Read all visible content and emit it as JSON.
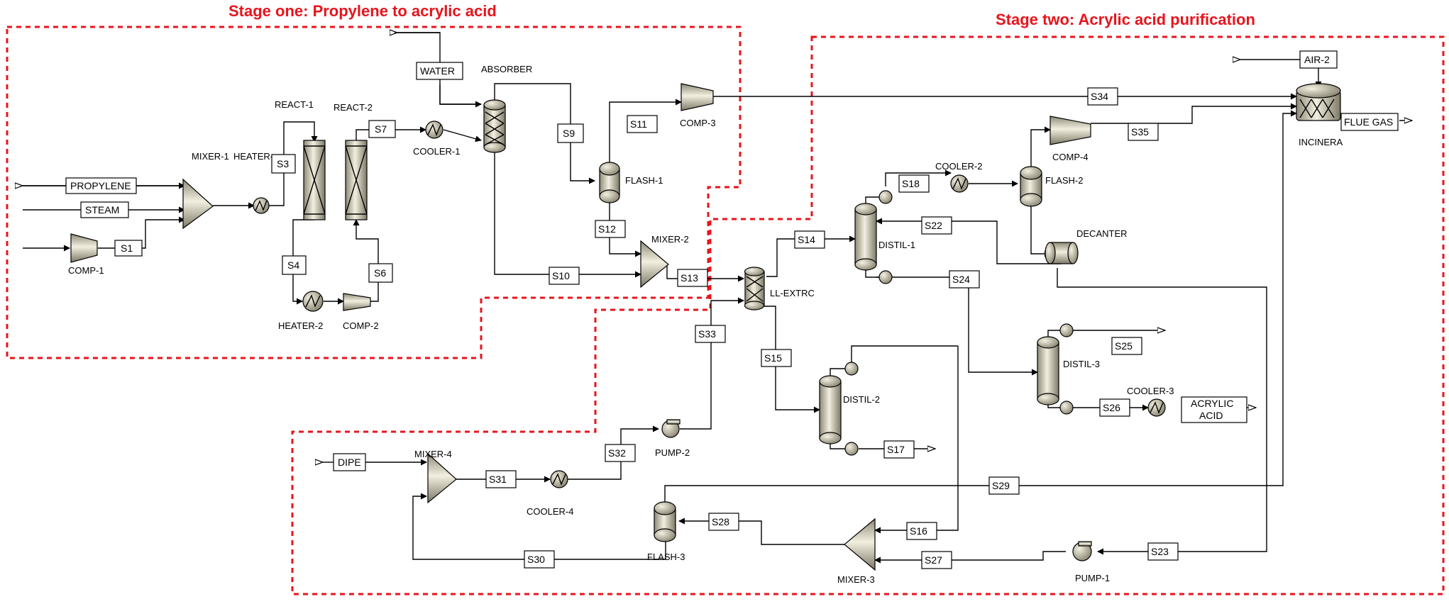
{
  "stages": {
    "one_title": "Stage one: Propylene to acrylic acid",
    "two_title": "Stage two: Acrylic acid purification"
  },
  "colors": {
    "stage_border": "#e8141c",
    "equipment_fill": "#cfcab3",
    "line": "#000000"
  },
  "equipment": {
    "absorber": "ABSORBER",
    "react1": "REACT-1",
    "react2": "REACT-2",
    "mixer1": "MIXER-1",
    "heater1": "HEATER-",
    "cooler1": "COOLER-1",
    "comp1": "COMP-1",
    "heater2": "HEATER-2",
    "comp2": "COMP-2",
    "comp3": "COMP-3",
    "flash1": "FLASH-1",
    "mixer2": "MIXER-2",
    "llextrc": "LL-EXTRC",
    "distil1": "DISTIL-1",
    "cooler2": "COOLER-2",
    "flash2": "FLASH-2",
    "comp4": "COMP-4",
    "decanter": "DECANTER",
    "incinera": "INCINERA",
    "distil2": "DISTIL-2",
    "distil3": "DISTIL-3",
    "cooler3": "COOLER-3",
    "mixer4": "MIXER-4",
    "cooler4": "COOLER-4",
    "pump2": "PUMP-2",
    "flash3": "FLASH-3",
    "mixer3": "MIXER-3",
    "pump1": "PUMP-1"
  },
  "streams": {
    "water": "WATER",
    "propylene": "PROPYLENE",
    "steam": "STEAM",
    "s1": "S1",
    "s3": "S3",
    "s4": "S4",
    "s6": "S6",
    "s7": "S7",
    "s9": "S9",
    "s10": "S10",
    "s11": "S11",
    "s12": "S12",
    "s13": "S13",
    "s14": "S14",
    "s15": "S15",
    "s16": "S16",
    "s17": "S17",
    "s18": "S18",
    "s22": "S22",
    "s23": "S23",
    "s24": "S24",
    "s25": "S25",
    "s26": "S26",
    "s27": "S27",
    "s28": "S28",
    "s29": "S29",
    "s30": "S30",
    "s31": "S31",
    "s32": "S32",
    "s33": "S33",
    "s34": "S34",
    "s35": "S35",
    "air2": "AIR-2",
    "flue_gas": "FLUE GAS",
    "acrylic_acid_1": "ACRYLIC",
    "acrylic_acid_2": "ACID",
    "dipe": "DIPE"
  }
}
